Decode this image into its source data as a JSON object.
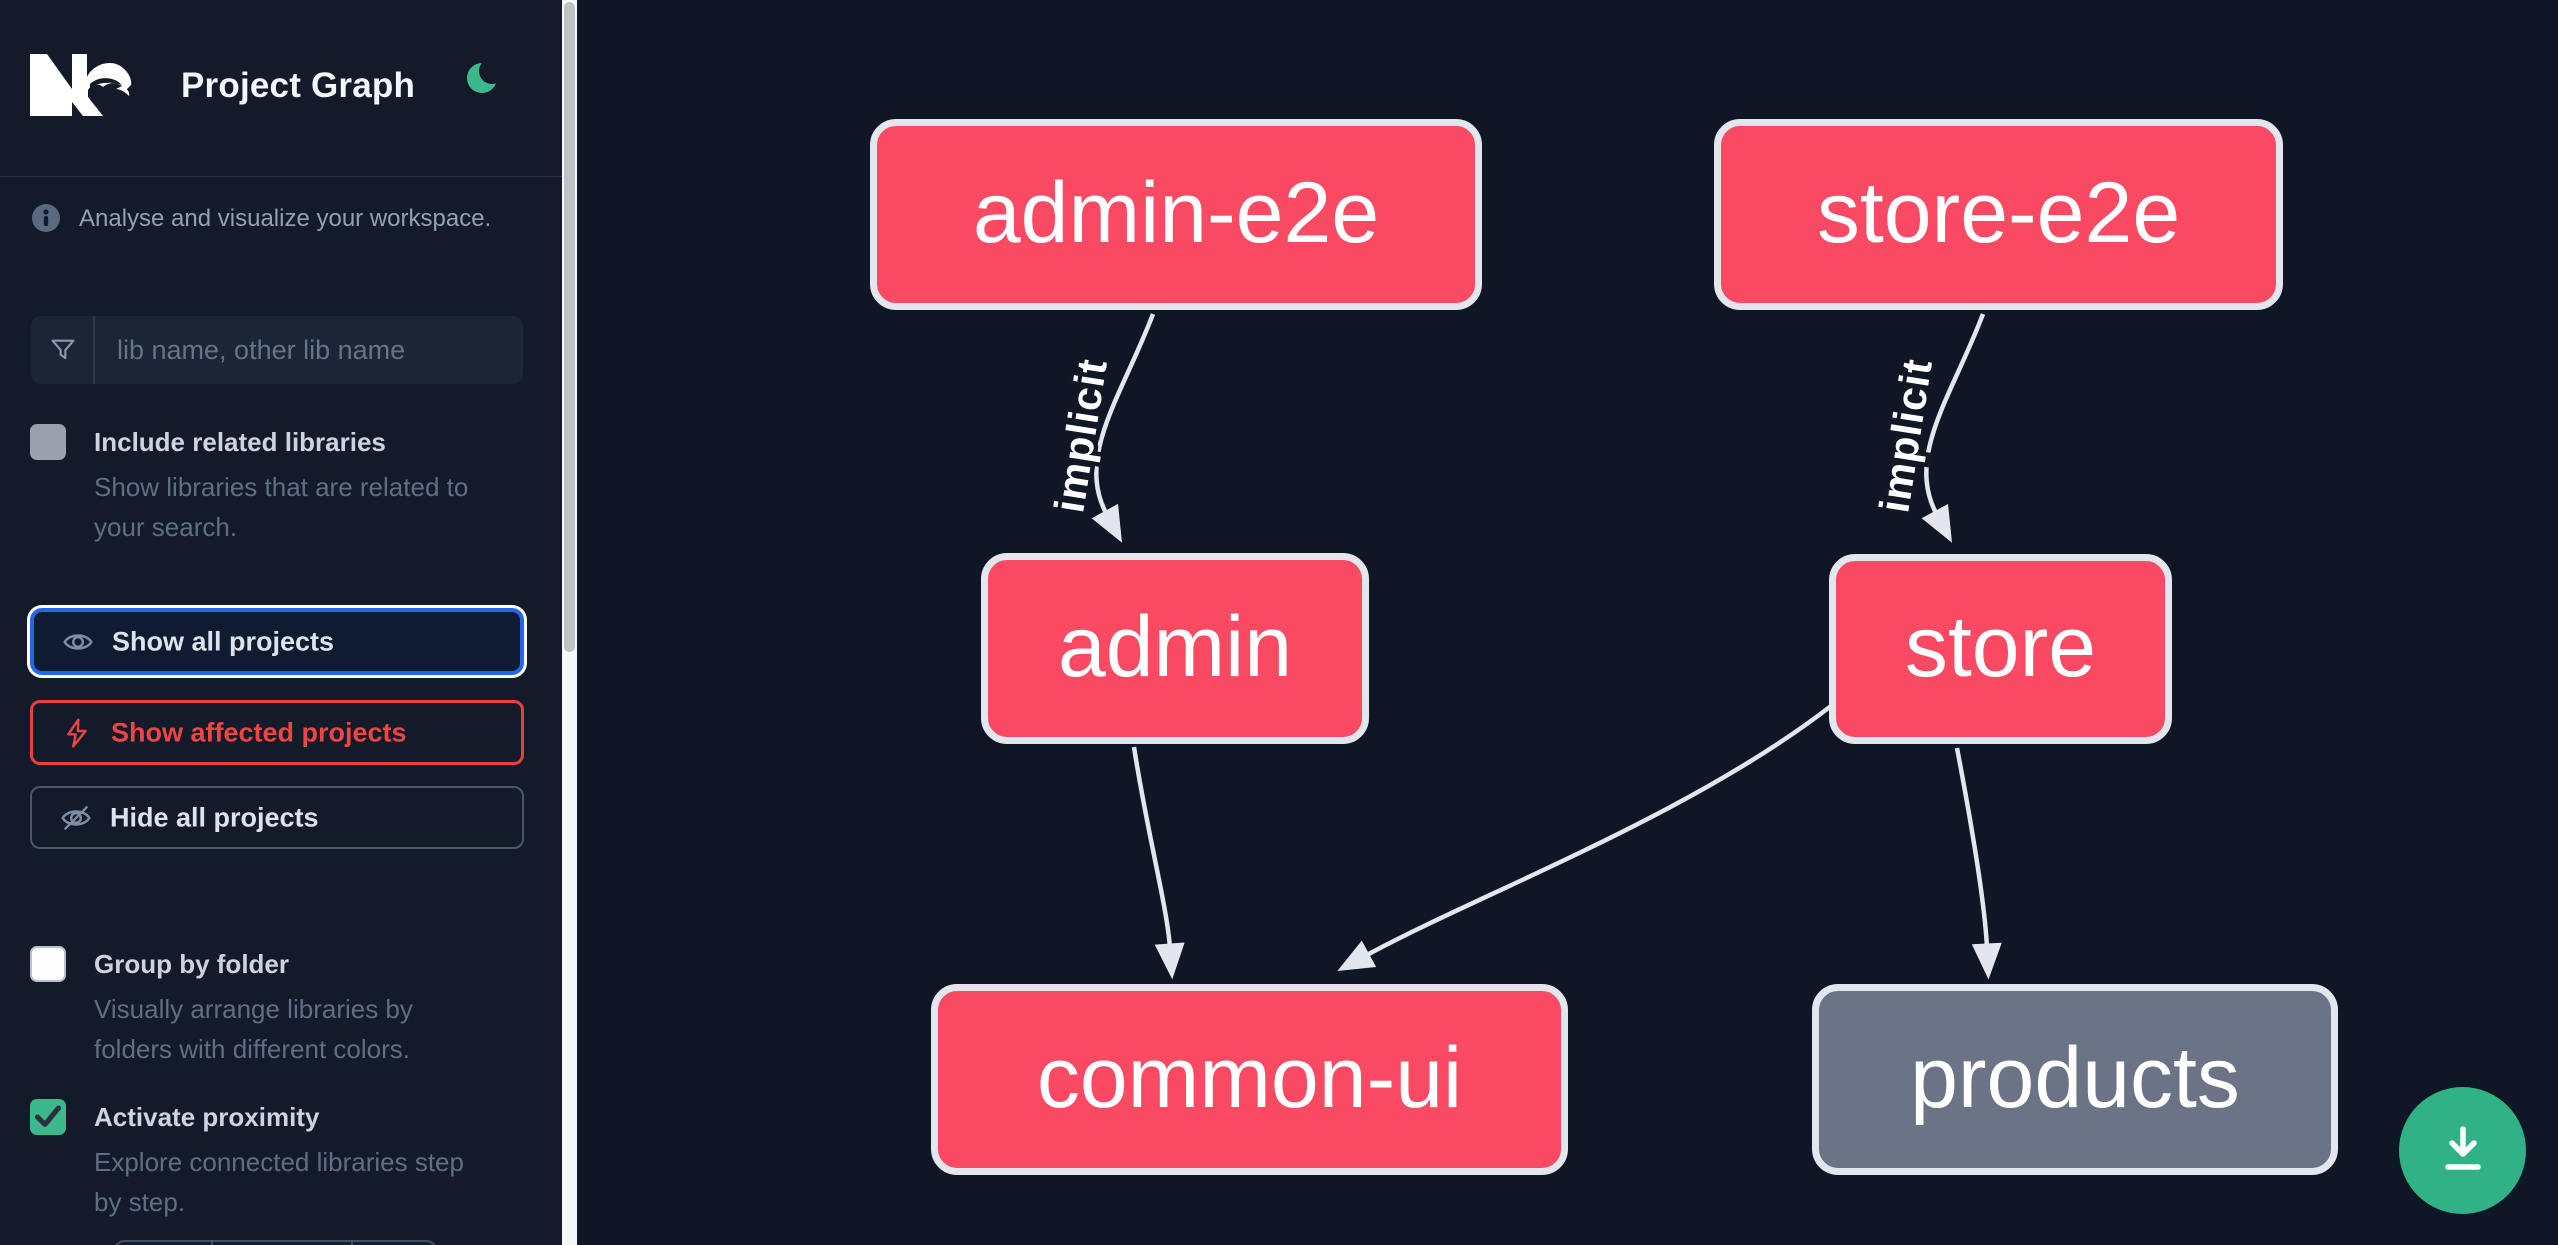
{
  "header": {
    "app_name": "Nx",
    "title": "Project Graph",
    "theme_toggle_icon": "moon"
  },
  "intro": {
    "icon": "info",
    "text": "Analyse and visualize your workspace."
  },
  "search": {
    "icon": "filter",
    "placeholder": "lib name, other lib name",
    "value": ""
  },
  "options": [
    {
      "label": "Include related libraries",
      "description": "Show libraries that are related to your search.",
      "checked": false
    },
    {
      "label": "Group by folder",
      "description": "Visually arrange libraries by folders with different colors.",
      "checked": false
    },
    {
      "label": "Activate proximity",
      "description": "Explore connected libraries step by step.",
      "checked": true
    }
  ],
  "actions": [
    {
      "label": "Show all projects",
      "icon": "eye",
      "state": "focused"
    },
    {
      "label": "Show affected projects",
      "icon": "bolt",
      "state": "affected"
    },
    {
      "label": "Hide all projects",
      "icon": "eye-off",
      "state": "default"
    }
  ],
  "graph": {
    "nodes": [
      {
        "id": "admin-e2e",
        "label": "admin-e2e",
        "color": "pink"
      },
      {
        "id": "store-e2e",
        "label": "store-e2e",
        "color": "pink"
      },
      {
        "id": "admin",
        "label": "admin",
        "color": "pink"
      },
      {
        "id": "store",
        "label": "store",
        "color": "pink"
      },
      {
        "id": "common-ui",
        "label": "common-ui",
        "color": "pink"
      },
      {
        "id": "products",
        "label": "products",
        "color": "gray"
      }
    ],
    "edges": [
      {
        "source": "admin-e2e",
        "target": "admin",
        "label": "implicit"
      },
      {
        "source": "store-e2e",
        "target": "store",
        "label": "implicit"
      },
      {
        "source": "admin",
        "target": "common-ui",
        "label": ""
      },
      {
        "source": "store",
        "target": "common-ui",
        "label": ""
      },
      {
        "source": "store",
        "target": "products",
        "label": ""
      }
    ]
  },
  "fab": {
    "icon": "download"
  },
  "colors": {
    "sidebar_background": "#131a2a",
    "canvas_background": "#0f1626",
    "node_pink": "#fa4a63",
    "node_gray": "#6a7486",
    "node_border": "#e3e6ec",
    "edge": "#e3e6ec",
    "focus_ring_blue": "#2664ea",
    "affected_red": "#ef4444",
    "proximity_green": "#3cb98c",
    "fab_green": "#31b286"
  }
}
